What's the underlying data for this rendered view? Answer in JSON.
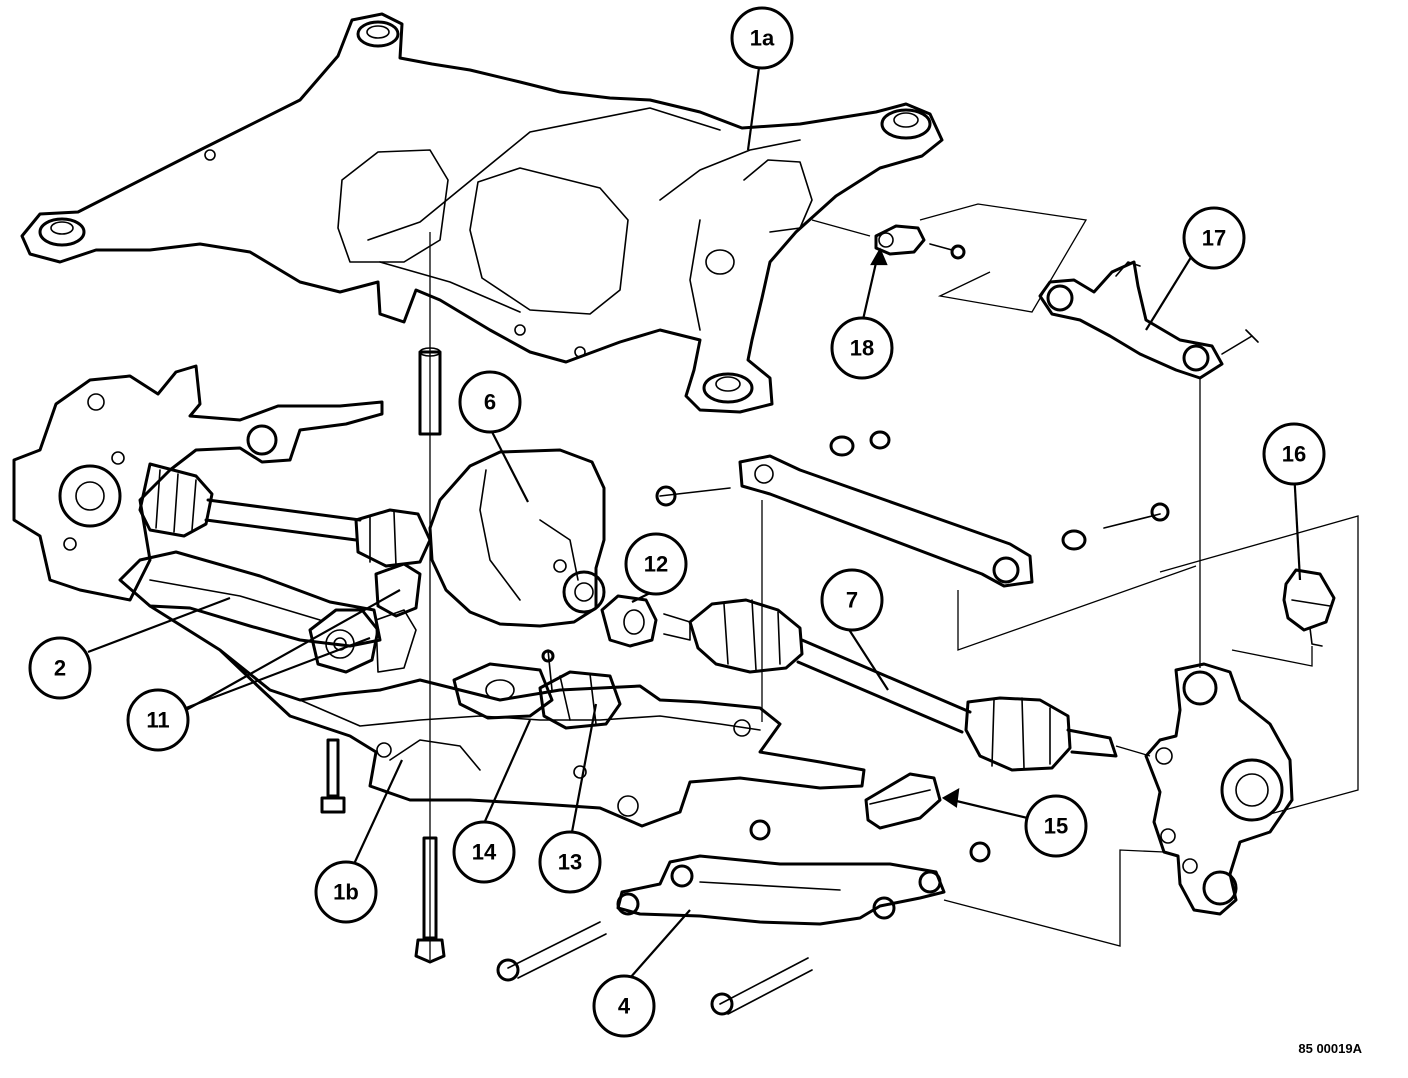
{
  "diagram": {
    "callouts": [
      {
        "id": "1a",
        "label": "1a"
      },
      {
        "id": "1b",
        "label": "1b"
      },
      {
        "id": "2",
        "label": "2"
      },
      {
        "id": "4",
        "label": "4"
      },
      {
        "id": "6",
        "label": "6"
      },
      {
        "id": "7",
        "label": "7"
      },
      {
        "id": "11",
        "label": "11"
      },
      {
        "id": "12",
        "label": "12"
      },
      {
        "id": "13",
        "label": "13"
      },
      {
        "id": "14",
        "label": "14"
      },
      {
        "id": "15",
        "label": "15"
      },
      {
        "id": "16",
        "label": "16"
      },
      {
        "id": "17",
        "label": "17"
      },
      {
        "id": "18",
        "label": "18"
      }
    ],
    "reference_code": "85 00019A"
  }
}
